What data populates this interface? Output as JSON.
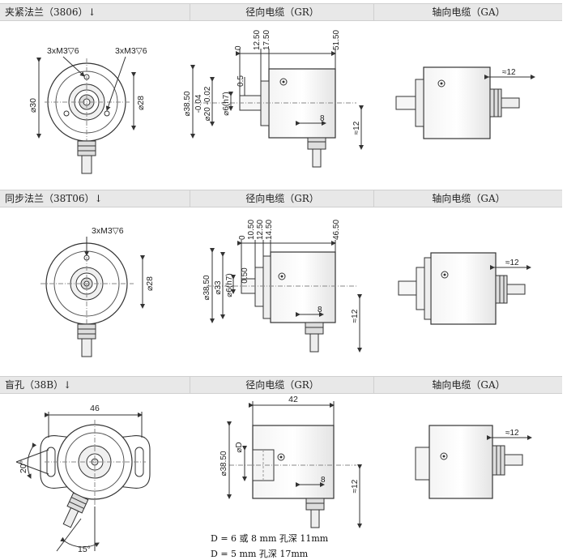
{
  "sections": [
    {
      "title": "夹紧法兰（3806）↓",
      "radial": "径向电缆（GR）",
      "axial": "轴向电缆（GA）",
      "front": {
        "screw_left": "3xM3▽6",
        "screw_right": "3xM3▽6",
        "d_left": "⌀30",
        "d_right": "⌀28"
      },
      "side": {
        "dims_top": [
          "0",
          "12.50",
          "17.50",
          "51.50"
        ],
        "d1": "⌀38.50",
        "d2": "⌀20 -0.02",
        "d2_tol": "-0.04",
        "d3": "⌀6(h7)",
        "dim_05": "0.5",
        "dim_8": "8",
        "dim_12": "≈12"
      },
      "axial_dim": "≈12"
    },
    {
      "title": "同步法兰（38T06）↓",
      "radial": "径向电缆（GR）",
      "axial": "轴向电缆（GA）",
      "front": {
        "screw": "3xM3▽6",
        "d_right": "⌀28"
      },
      "side": {
        "dims_top": [
          "0",
          "10.50",
          "12.50",
          "14.50",
          "46.50"
        ],
        "d1": "⌀38.50",
        "d2": "⌀33",
        "d3": "⌀6(h7)",
        "dim_050": "0.50",
        "dim_8": "8",
        "dim_12": "≈12"
      },
      "axial_dim": "≈12"
    },
    {
      "title": "盲孔（38B）↓",
      "radial": "径向电缆（GR）",
      "axial": "轴向电缆（GA）",
      "front": {
        "width": "46",
        "angle_top": "20°",
        "angle_bottom": "15°"
      },
      "side": {
        "dim_42": "42",
        "d1": "⌀38.50",
        "d2": "⌀D",
        "dim_8": "8",
        "dim_12": "≈12"
      },
      "axial_dim": "≈12",
      "notes": [
        "D = 6 或 8 mm  孔深 11mm",
        "D = 5 mm  孔深 17mm"
      ]
    }
  ]
}
